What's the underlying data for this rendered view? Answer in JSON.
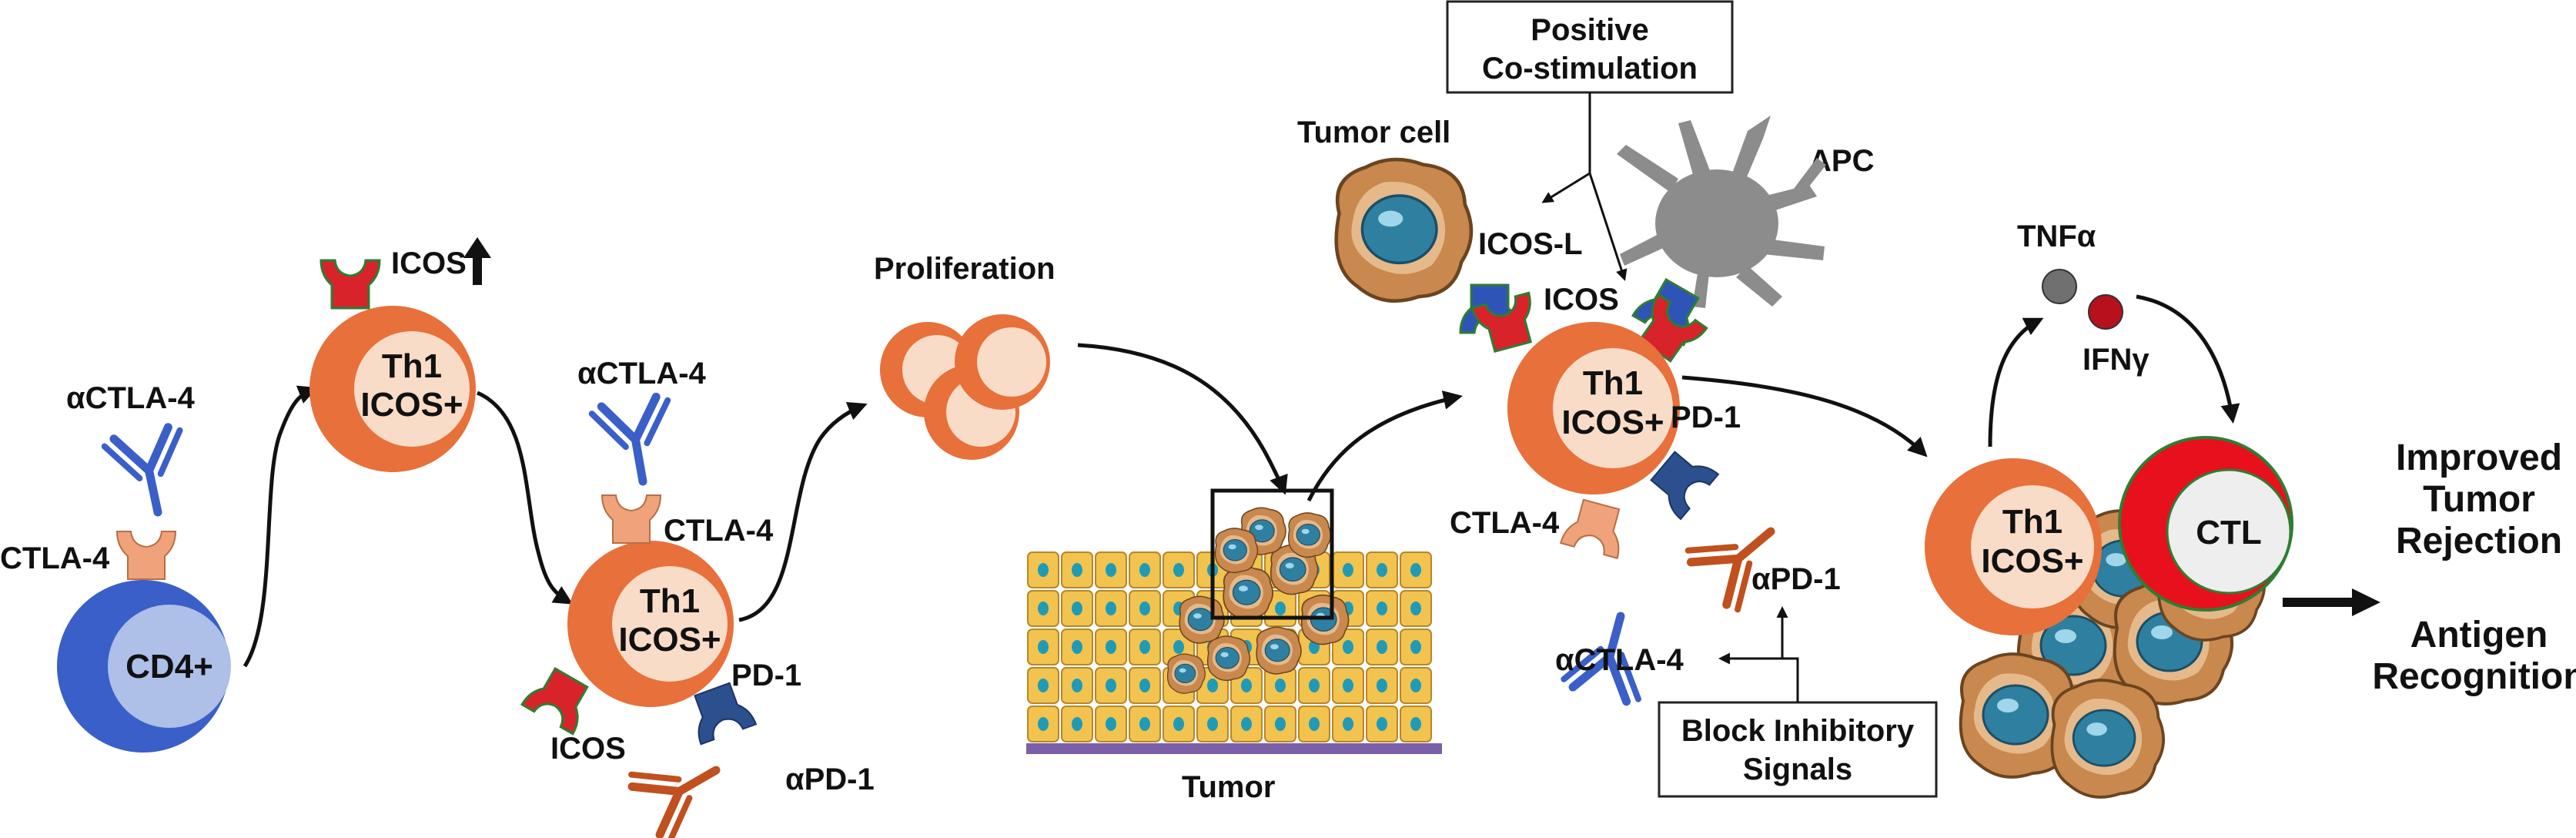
{
  "colors": {
    "th1_outer": "#e8703a",
    "th1_inner": "#f9dcc8",
    "cd4_outer": "#3a5fc8",
    "cd4_inner": "#aebfe8",
    "antibody_blue": "#3a5fc8",
    "antibody_rust": "#c0501e",
    "icos_red": "#d8232a",
    "icos_l_blue": "#2f54b8",
    "ctla4_peach": "#f0a27a",
    "pd1_navy": "#2c4f8e",
    "tumor_brown": "#c8884e",
    "tumor_nucleus": "#2f7fa0",
    "apc_gray": "#8c8c8c",
    "tnf_gray": "#707070",
    "ifn_red": "#b8101c",
    "ctl_red": "#e8101c",
    "ctl_inner": "#eeeeee"
  },
  "labels": {
    "actla4_1": "αCTLA-4",
    "ctla4_1": "CTLA-4",
    "cd4": "CD4+",
    "icos_up": "ICOS",
    "th1": "Th1",
    "icos_plus": "ICOS+",
    "actla4_2": "αCTLA-4",
    "ctla4_2": "CTLA-4",
    "icos_2": "ICOS",
    "pd1_2": "PD-1",
    "apd1_2": "αPD-1",
    "proliferation": "Proliferation",
    "tumor": "Tumor",
    "positive_line1": "Positive",
    "positive_line2": "Co-stimulation",
    "tumor_cell": "Tumor cell",
    "apc": "APC",
    "icos_l": "ICOS-L",
    "icos_3": "ICOS",
    "pd1_3": "PD-1",
    "ctla4_3": "CTLA-4",
    "apd1_3": "αPD-1",
    "actla4_3": "αCTLA-4",
    "block_line1": "Block Inhibitory",
    "block_line2": "Signals",
    "tnf": "TNFα",
    "ifn": "IFNγ",
    "ctl": "CTL",
    "improved_line1": "Improved",
    "improved_line2": "Tumor",
    "improved_line3": "Rejection",
    "antigen_line1": "Antigen",
    "antigen_line2": "Recognition"
  }
}
